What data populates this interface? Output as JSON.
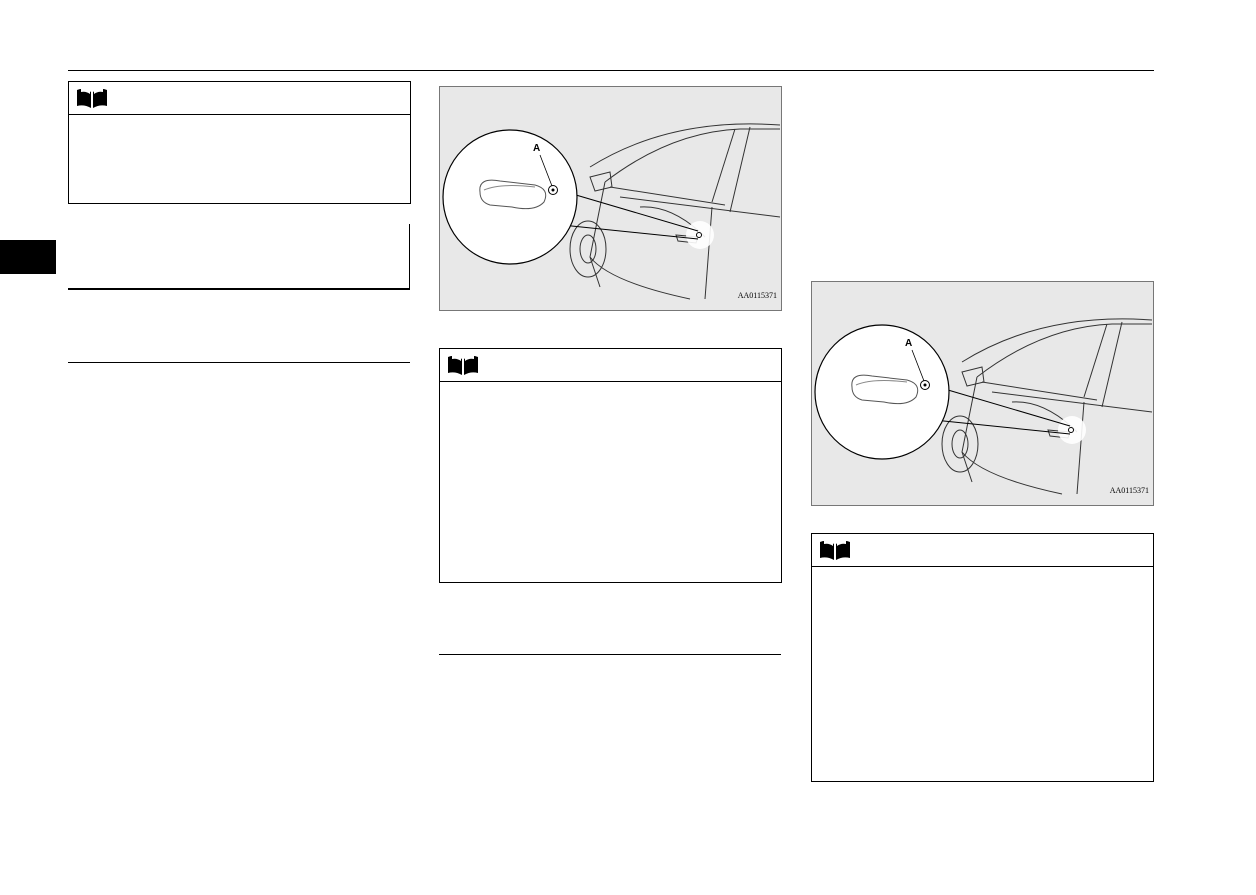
{
  "figures": [
    {
      "code": "AA0115371",
      "callout": "A"
    },
    {
      "code": "AA0115371",
      "callout": "A"
    }
  ],
  "note_icon": "open-book-icon",
  "colors": {
    "tab": "#000000",
    "illustration_bg": "#e8e8e8"
  }
}
